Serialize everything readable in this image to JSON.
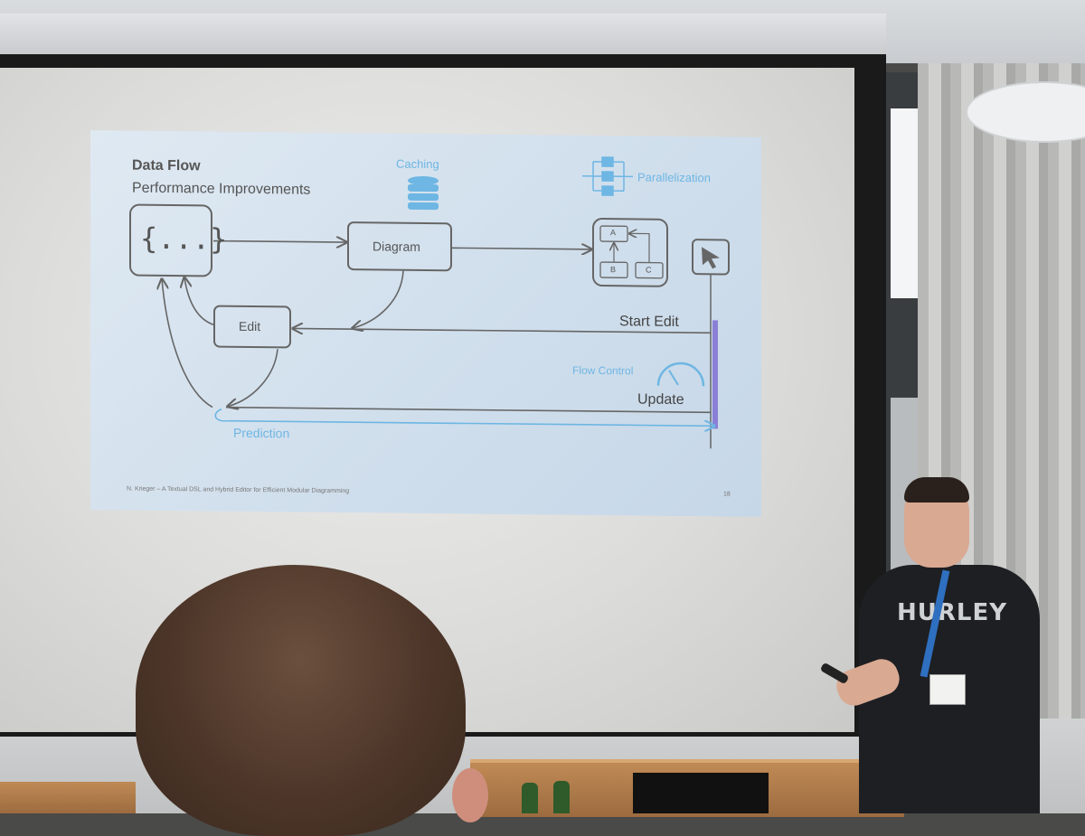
{
  "slide": {
    "title": "Data Flow",
    "subtitle": "Performance Improvements",
    "caching_label": "Caching",
    "parallelization_label": "Parallelization",
    "source_symbol": "{...}",
    "diagram_label": "Diagram",
    "edit_label": "Edit",
    "node_a": "A",
    "node_b": "B",
    "node_c": "C",
    "start_edit_label": "Start Edit",
    "flow_control_label": "Flow Control",
    "update_label": "Update",
    "prediction_label": "Prediction",
    "footer": "N. Krieger – A Textual DSL and Hybrid Editor for Efficient Modular Diagramming",
    "page_number": "18"
  },
  "speaker": {
    "shirt_text": "HURLEY"
  },
  "colors": {
    "accent_blue": "#6eb6e3",
    "timeline_purple": "#8a7fd6",
    "diagram_gray": "#555555"
  }
}
